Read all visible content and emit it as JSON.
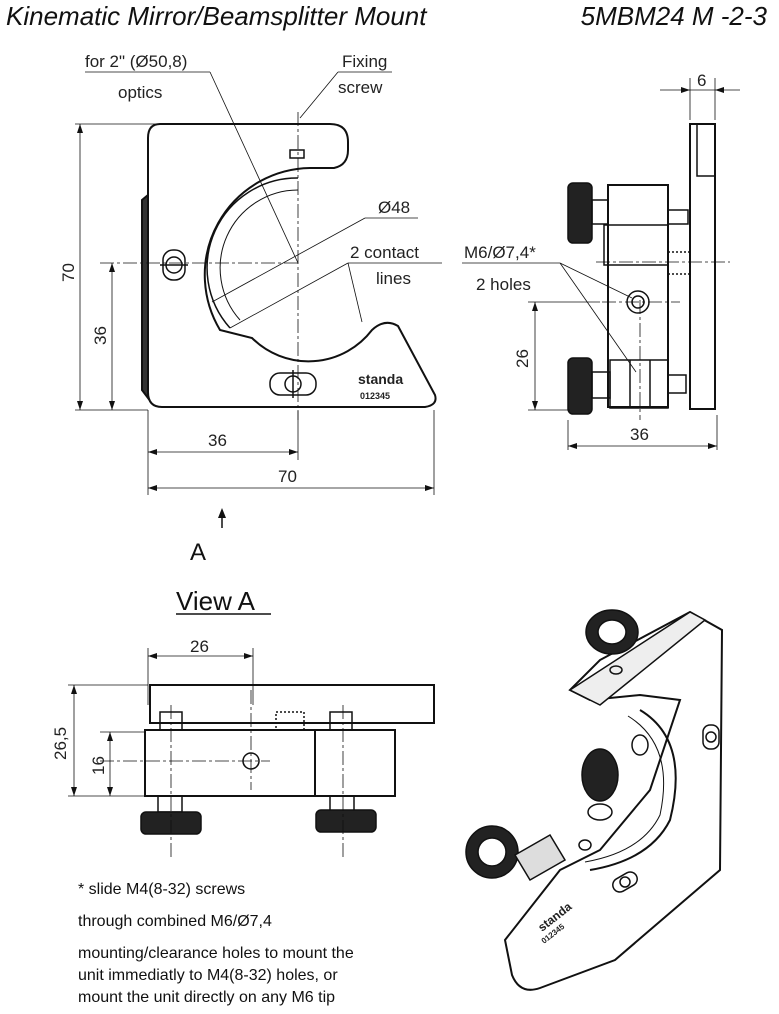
{
  "header": {
    "title": "Kinematic Mirror/Beamsplitter Mount",
    "code": "5MBM24 M -2-3"
  },
  "front_view": {
    "optics_label": [
      "for 2\" (Ø50,8)",
      "optics"
    ],
    "fixing_label": [
      "Fixing",
      "screw"
    ],
    "diameter_label": "Ø48",
    "contact_label": [
      "2 contact",
      "lines"
    ],
    "dim_height": "70",
    "dim_center": "36",
    "dim_center_x": "36",
    "dim_width": "70",
    "brand": "standa",
    "serial": "012345"
  },
  "side_view": {
    "dim_top": "6",
    "hole_label": [
      "M6/Ø7,4*",
      "2 holes"
    ],
    "dim_hole": "26",
    "dim_depth": "36"
  },
  "view_arrow": "A",
  "view_a": {
    "title": "View A",
    "dim_pitch": "26",
    "dim_height": "26,5",
    "dim_hole": "16"
  },
  "iso_view": {
    "brand": "standa",
    "serial": "012345"
  },
  "notes": [
    "* slide M4(8-32) screws",
    "through combined M6/Ø7,4",
    "mounting/clearance holes to mount the",
    "unit immediatly to M4(8-32) holes, or",
    "mount the unit directly on any M6 tip"
  ]
}
